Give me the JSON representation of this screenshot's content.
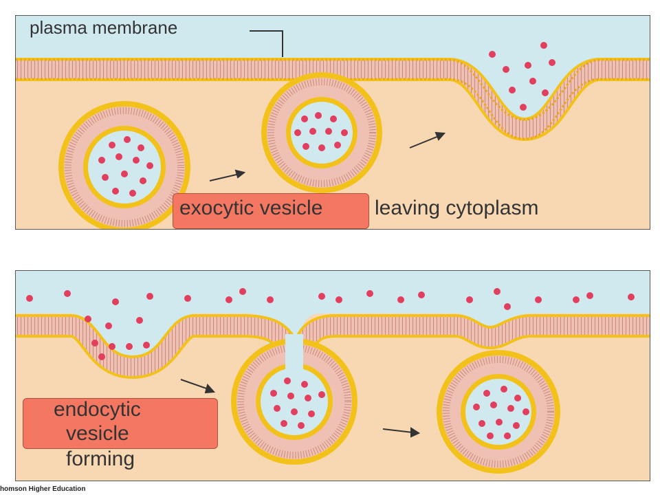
{
  "labels": {
    "plasma_membrane": "plasma membrane",
    "exocytic_vesicle": "exocytic vesicle",
    "leaving_cytoplasm": "leaving cytoplasm",
    "endocytic_line1": "endocytic",
    "endocytic_line2": "vesicle",
    "forming": "forming"
  },
  "credit": "homson Higher Education",
  "colors": {
    "extracellular": "#cfe9ef",
    "cytoplasm": "#f8d7b3",
    "lipid_head": "#f2c21b",
    "lipid_tail": "#d99a8a",
    "cargo": "#e23f5e",
    "highlight": "#f47762",
    "arrow": "#333333"
  }
}
